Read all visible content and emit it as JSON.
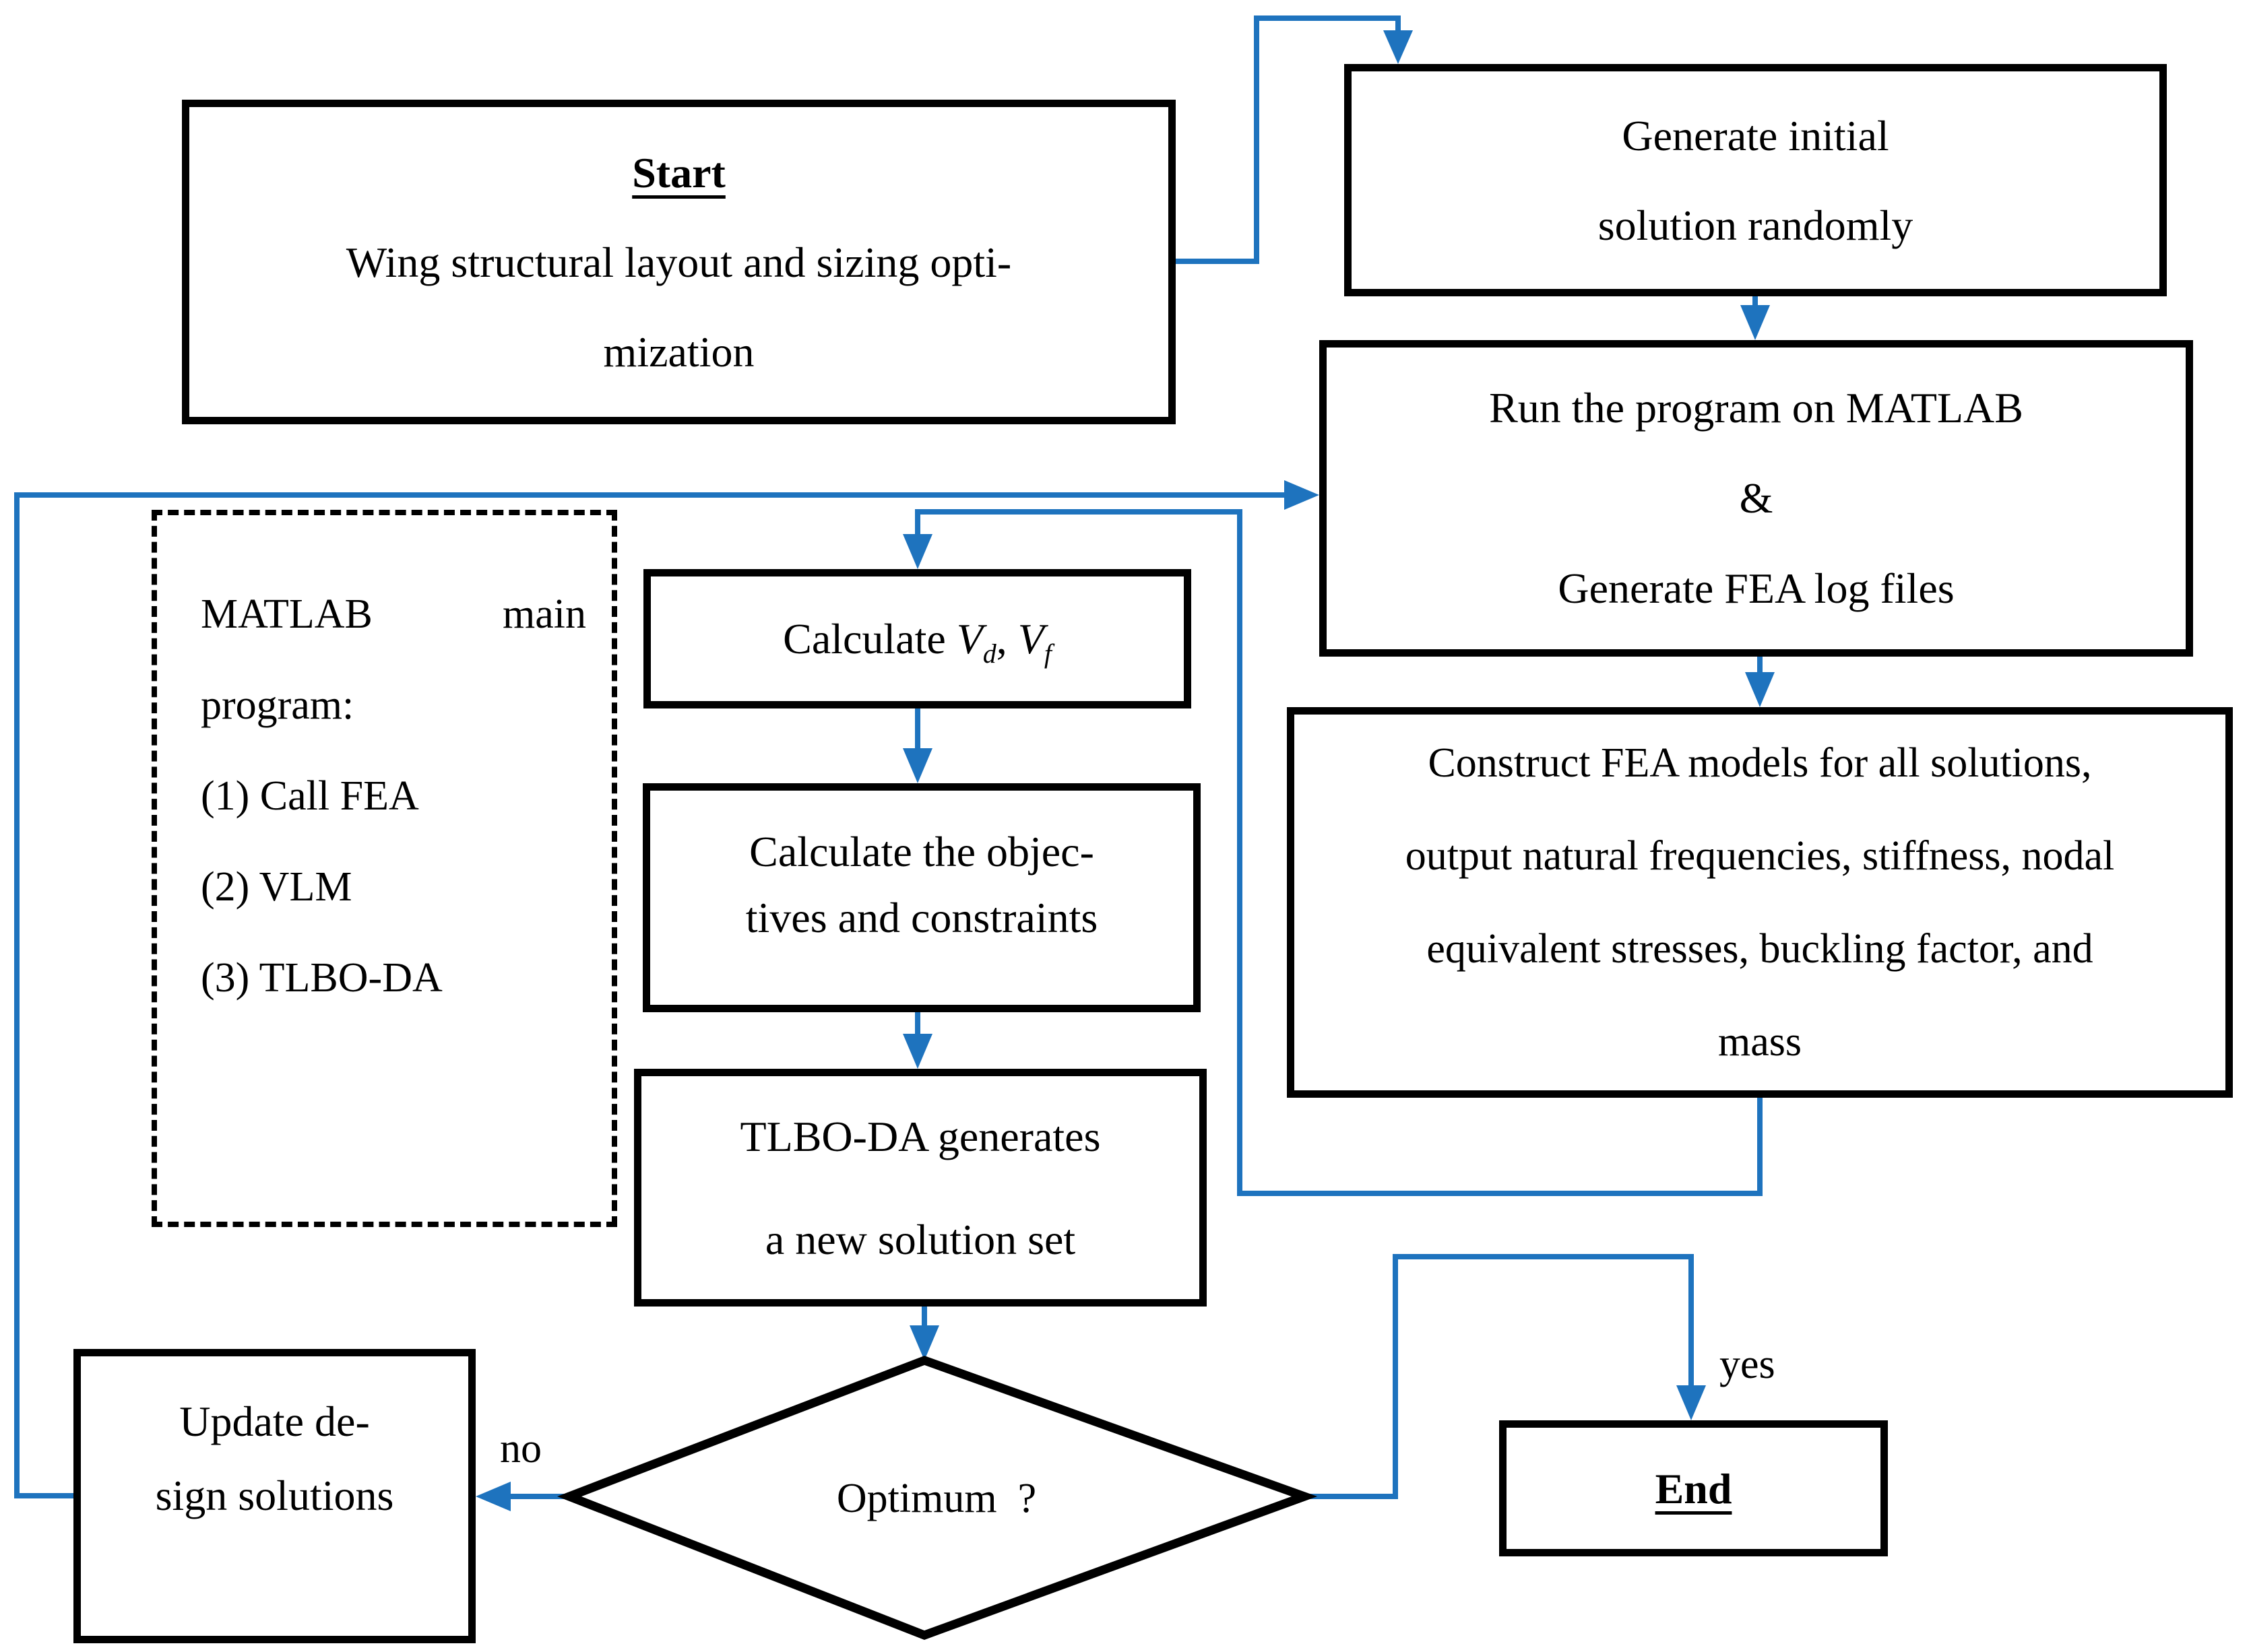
{
  "diagram": {
    "colors": {
      "arrow": "#1e73be",
      "border": "#000000",
      "background": "#ffffff",
      "text": "#000000"
    },
    "labels": {
      "no": "no",
      "yes": "yes"
    },
    "nodes": {
      "start": {
        "title": "Start",
        "lines": [
          "Wing structural layout and sizing opti-",
          "mization"
        ]
      },
      "generate_initial": {
        "lines": [
          "Generate initial",
          "solution randomly"
        ]
      },
      "run_matlab": {
        "lines": [
          "Run the program on MATLAB",
          "&",
          "Generate FEA log files"
        ]
      },
      "construct_fea": {
        "lines": [
          "Construct FEA models for all solutions,",
          "output natural frequencies, stiffness, nodal",
          "equivalent stresses, buckling factor, and",
          "mass"
        ]
      },
      "matlab_main": {
        "line1_left": "MATLAB",
        "line1_right": "main",
        "lines": [
          "program:",
          "(1) Call FEA",
          "(2) VLM",
          "(3) TLBO-DA"
        ]
      },
      "calculate_v": {
        "prefix": "Calculate ",
        "v1": "V",
        "v1_sub": "d",
        "separator": ", ",
        "v2": "V",
        "v2_sub": "f"
      },
      "calculate_objectives": {
        "lines": [
          "Calculate the objec-",
          "tives and constraints"
        ]
      },
      "tlbo_generates": {
        "lines": [
          "TLBO-DA generates",
          "a new solution set"
        ]
      },
      "optimum": {
        "label": "Optimum  ?"
      },
      "update_design": {
        "lines": [
          "Update de-",
          "sign solutions"
        ]
      },
      "end": {
        "title": "End"
      }
    }
  }
}
